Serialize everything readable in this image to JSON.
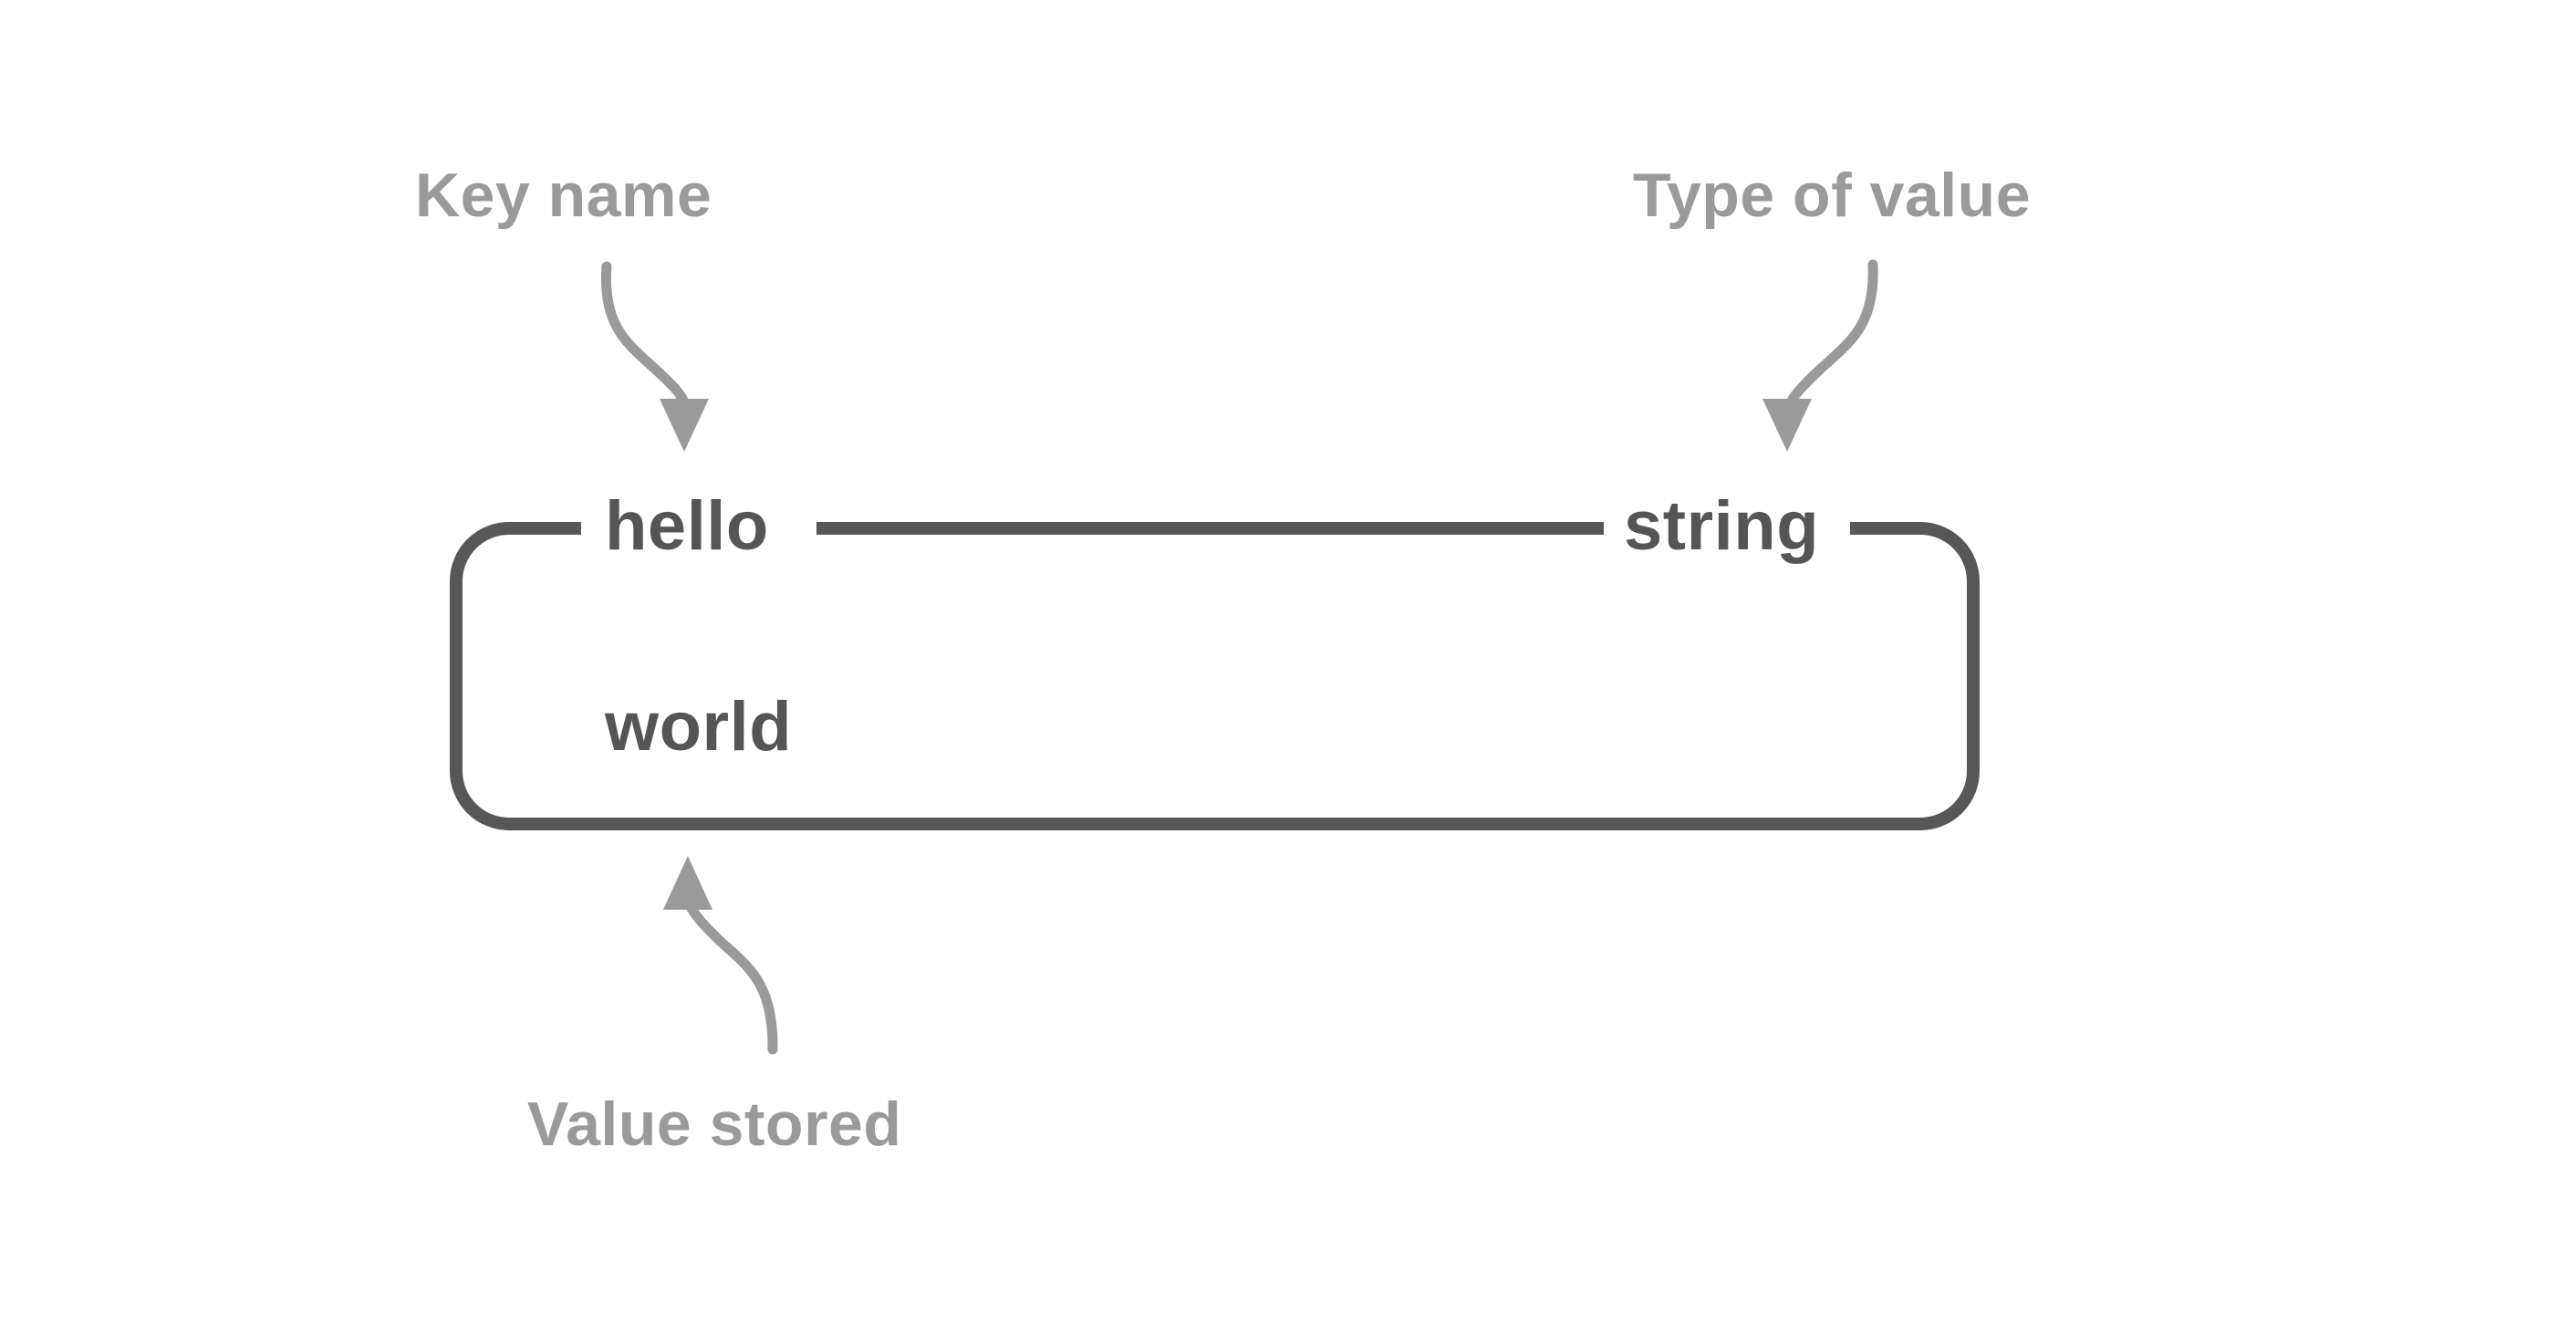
{
  "diagram": {
    "title_semantic": "redis-key-value-entry-anatomy",
    "background_color": "#ffffff",
    "entry": {
      "key_label": "hello",
      "type_label": "string",
      "value_label": "world",
      "box_stroke_color": "#575757",
      "text_color": "#555555"
    },
    "annotations": [
      {
        "id": "key-name",
        "text": "Key name",
        "points_to": "key_label",
        "arrow_direction": "down-right",
        "color": "#9a9a9a"
      },
      {
        "id": "type-of-value",
        "text": "Type of value",
        "points_to": "type_label",
        "arrow_direction": "down-left",
        "color": "#9a9a9a"
      },
      {
        "id": "value-stored",
        "text": "Value stored",
        "points_to": "value_label",
        "arrow_direction": "up-left",
        "color": "#9a9a9a"
      }
    ]
  }
}
